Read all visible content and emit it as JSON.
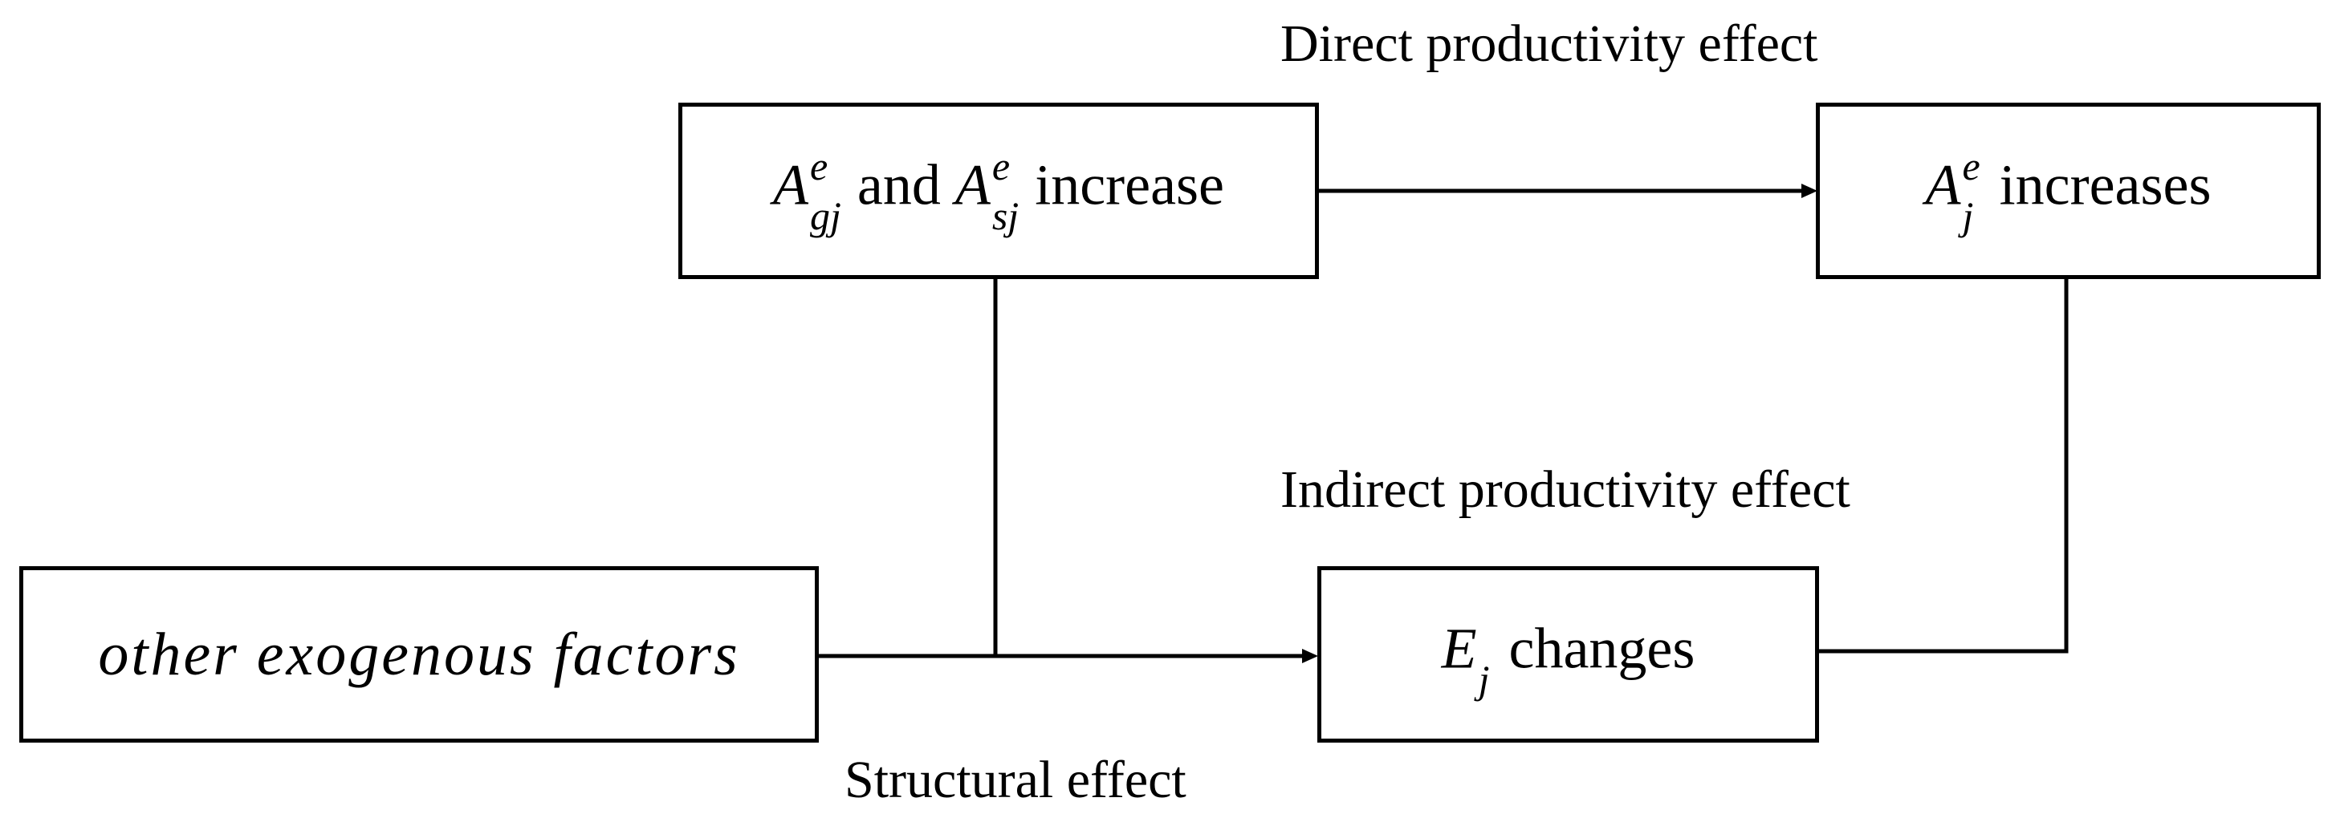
{
  "labels": {
    "direct": "Direct productivity effect",
    "indirect": "Indirect  productivity effect",
    "structural": "Structural effect"
  },
  "boxes": {
    "source": {
      "text": "other exogenous factors"
    },
    "tech": {
      "a_base": "A",
      "sup": "e",
      "sub1": "gj",
      "and": "and",
      "sub2": "sj",
      "suffix": "increase"
    },
    "energy": {
      "base": "E",
      "sub": "j",
      "suffix": "changes"
    },
    "target": {
      "base": "A",
      "sup": "e",
      "sub": "j",
      "suffix": "increases"
    }
  }
}
